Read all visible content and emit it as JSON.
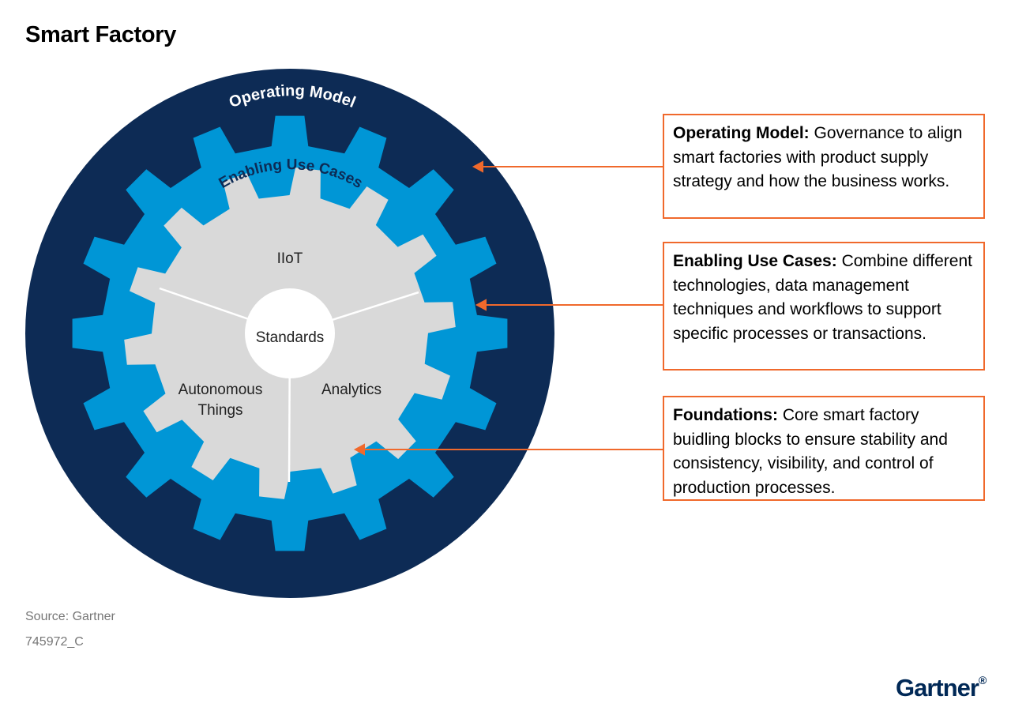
{
  "page": {
    "title": "Smart Factory"
  },
  "diagram": {
    "outer_ring_label": "Operating Model",
    "middle_gear_label": "Enabling Use Cases",
    "inner_segments": [
      "IIoT",
      "Analytics",
      "Autonomous Things"
    ],
    "center_label": "Standards",
    "colors": {
      "outer": "#0d2b55",
      "middle": "#0096d6",
      "inner": "#d9d9d9",
      "center": "#ffffff",
      "accent": "#f0692c"
    }
  },
  "callouts": [
    {
      "heading": "Operating Model:",
      "body": "Governance to align smart factories with product supply strategy and how the business works."
    },
    {
      "heading": "Enabling Use Cases:",
      "body": "Combine different technologies, data management techniques and workflows to support specific processes or transactions."
    },
    {
      "heading": "Foundations:",
      "body": "Core smart factory buidling blocks to ensure stability and consistency, visibility, and control of production processes."
    }
  ],
  "footer": {
    "source": "Source: Gartner",
    "doc_id": "745972_C",
    "logo": "Gartner"
  }
}
